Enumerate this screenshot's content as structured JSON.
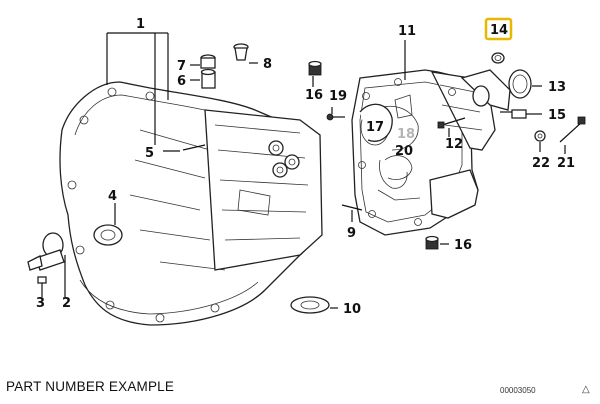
{
  "diagram": {
    "labels": {
      "l1": "1",
      "l2": "2",
      "l3": "3",
      "l4": "4",
      "l5": "5",
      "l6": "6",
      "l7": "7",
      "l8": "8",
      "l9": "9",
      "l10": "10",
      "l11": "11",
      "l12": "12",
      "l13": "13",
      "l14": "14",
      "l15": "15",
      "l16a": "16",
      "l16b": "16",
      "l17": "17",
      "l18": "18",
      "l19": "19",
      "l20": "20",
      "l21": "21",
      "l22": "22"
    },
    "highlight_color": "#e8b800",
    "faded_label_color": "#b5b5b5"
  },
  "footer": {
    "caption": "PART NUMBER EXAMPLE",
    "code": "00003050",
    "warning_icon": "warning-triangle-icon"
  }
}
